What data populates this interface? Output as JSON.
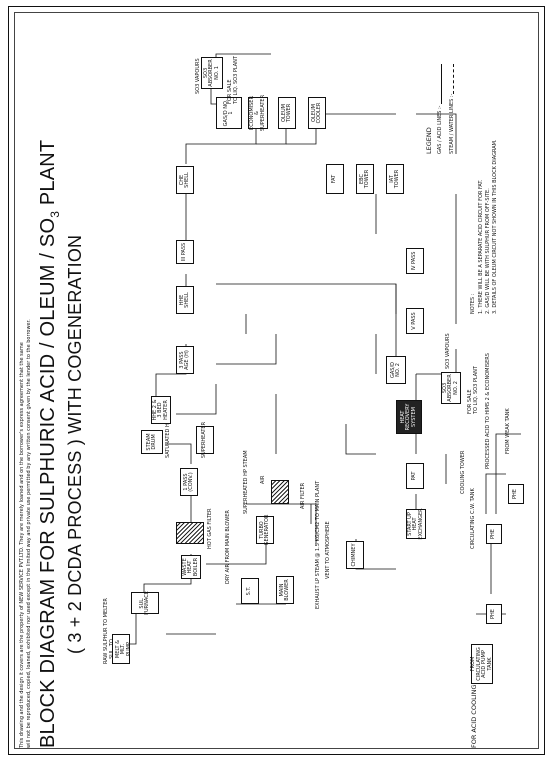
{
  "note_line1": "This drawing and the design it covers are the property of NEW SERVICE PVT.LTD. They are merely loaned and on the borrower's express agreement that the same",
  "note_line2": "will not be reproduced, copied, loaned, exhibited nor used except in the limited way and private use permitted by any written consent given by the lender to the borrower.",
  "title": "BLOCK DIAGRAM FOR SULPHURIC ACID / OLEUM / SO",
  "title_sub": "3",
  "title_end": " PLANT",
  "subtitle": "( 3 + 2 DCDA PROCESS ) WITH COGENERATION",
  "labels": {
    "raw_sulphur": "RAW SULPHUR TO MELTER",
    "sul_melt": "SUL. TO MELT & MLT. PUMP",
    "sul_furnace": "SUL. FURNACE",
    "waste_heat": "WASTE HEAT BOILER",
    "dry_air": "DRY AIR FROM MAIN BLOWER",
    "ht_filter": "HOT GAS FILTER",
    "bed1": "1 PASS (CONV.)",
    "superheater": "SUPERHEATER",
    "steam_drum": "STEAM DRUM",
    "saturated": "SATURATED HP STEAM",
    "hhe": "HHE 2 & 3 BED HEATER",
    "pass3": "3 PASS AGE (H)",
    "hhe_shell": "HHE SHELL",
    "pass3b": "III PASS",
    "che_shell": "CHE SHELL",
    "gasd1": "GAS/D NO. 1",
    "economiser2": "ECONOMISER & SUPERHEATER",
    "oleum_tower": "OLEUM TOWER",
    "oleum_cooler": "OLEUM COOLER",
    "so3_absorber": "SO3 ABSORBER NO. 1",
    "so3_vapours": "SO3 VAPOURS",
    "for_sale1": "FOR SALE",
    "to_liq1": "TO LIQ. SO3 PLANT",
    "fat": "FAT",
    "ebc": "EBC TOWER",
    "iat": "IAT TOWER",
    "st": "S.T.",
    "main_blower": "MAIN BLOWER",
    "exhaust": "EXHAUST LP STEAM @ 1.5 KG/CM2 TO MAIN PLANT",
    "turbo": "TURBO GENERATOR",
    "superheated": "SUPERHEATED HP STEAM",
    "air": "AIR",
    "air_filter": "AIR FILTER",
    "chimney": "CHIMNEY",
    "vent": "VENT TO ATMOSPHERE",
    "startup": "START UP HEAT EXCHANGER",
    "pat": "PAT",
    "heat_recovery": "HEAT RECOVERY SYSTEM",
    "gasd2": "GAS/D NO. 2",
    "pass5": "V PASS",
    "pass4": "IV PASS",
    "so3_absorber2": "SO3 ABSORBER NO. 2",
    "for_sale2": "FOR SALE",
    "to_liq2": "TO LIQ. SO3 PLANT",
    "so3_vapours2": "SO3 VAPOURS",
    "legend_title": "LEGEND",
    "legend_gas": "GAS / ACID LINES :-",
    "legend_steam": "STEAM / WATER LINES :-",
    "notes_title": "NOTES :",
    "note1": "1. THERE WILL BE A SEPARATE ACID CIRCUIT FOR FAT.",
    "note2": "2. GAS/D WILL BE WITH SULPHUR FROM OFF-SITE.",
    "note3": "3. DETAILS OF OLEUM CIRCUIT NOT SHOWN IN THIS BLOCK DIAGRAM.",
    "acid_cooling": "FOR ACID COOLING",
    "acid_circ": "FROM CIRCULATING ACID PUMP TANK",
    "circ_water": "CIRCULATING C.W. TANK",
    "phe": "PHE",
    "phe2": "PHE",
    "phe3": "PHE",
    "cooling_tower": "COOLING TOWER",
    "processed": "PROCESSED ACID TO HIMS 2 & ECONOMISERS",
    "from_sweep": "FROM WEAK TANK"
  },
  "colors": {
    "ink": "#111111",
    "paper": "#ffffff"
  }
}
